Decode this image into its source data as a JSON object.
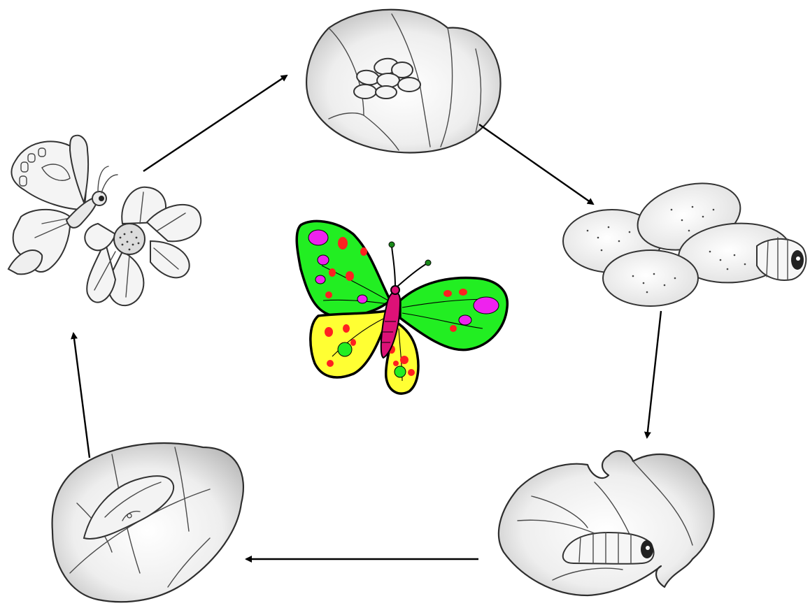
{
  "diagram": {
    "stages": [
      {
        "id": "eggs-on-leaf",
        "icon": "eggs-on-leaf-icon"
      },
      {
        "id": "hatching-eggs",
        "icon": "hatching-larva-icon"
      },
      {
        "id": "caterpillar-eating-leaf",
        "icon": "caterpillar-icon"
      },
      {
        "id": "chrysalis-on-leaf",
        "icon": "chrysalis-icon"
      },
      {
        "id": "adult-butterfly-on-flower",
        "icon": "butterfly-flower-icon"
      }
    ],
    "center_icon": "colorful-butterfly-icon",
    "colors": {
      "wing_green": "#22ee22",
      "wing_yellow": "#ffff33",
      "spot_magenta": "#ee22ee",
      "spot_red": "#ff2020",
      "body_pink": "#dd1177",
      "outline": "#000000",
      "sketch_ink": "#333333",
      "arrow": "#000000"
    }
  }
}
